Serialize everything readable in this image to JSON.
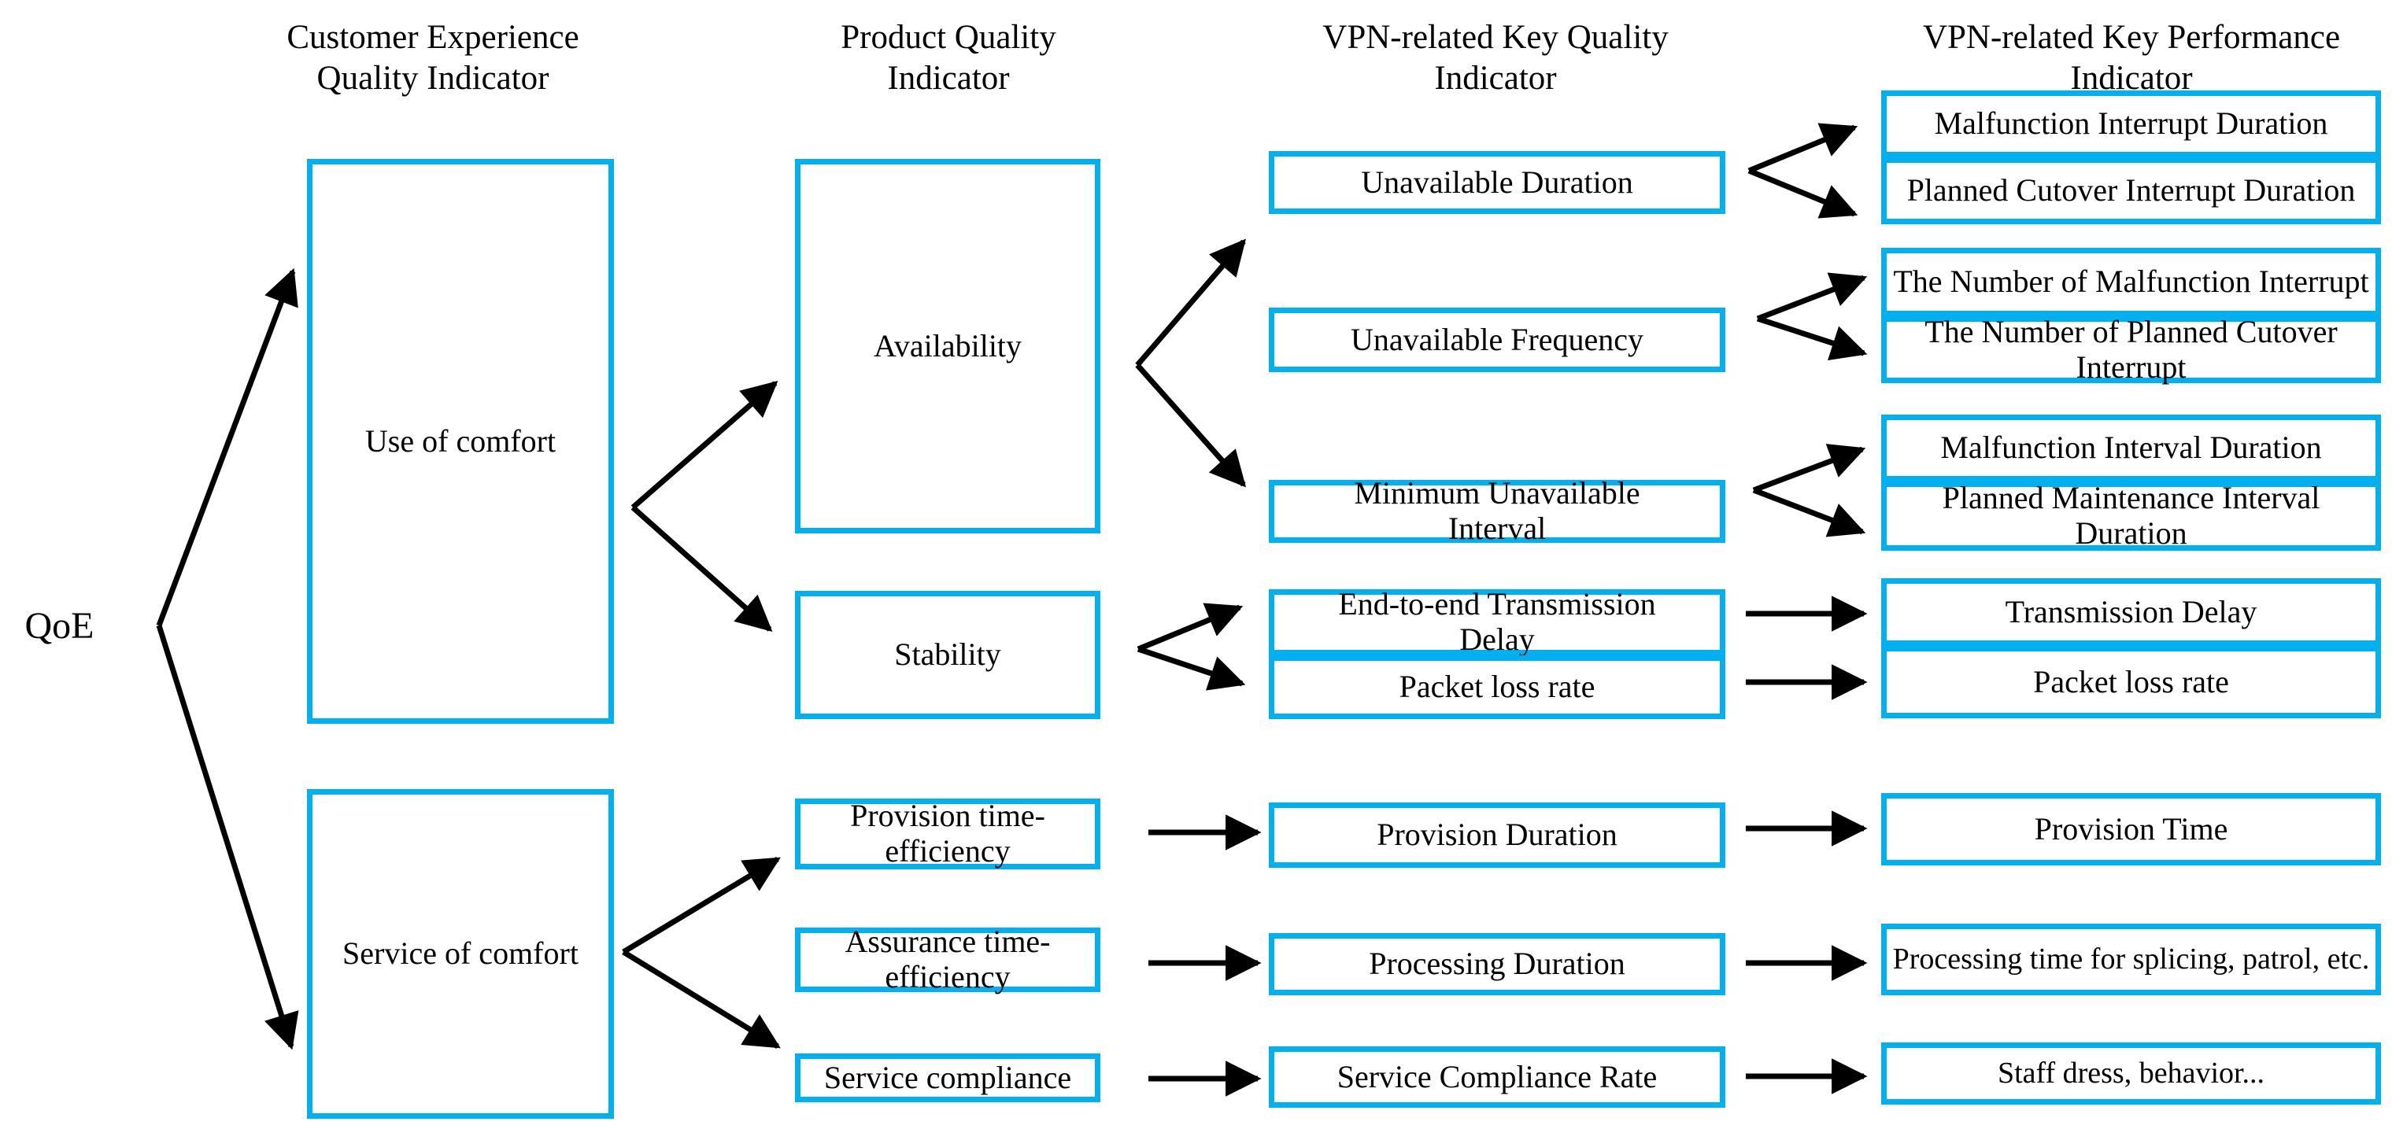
{
  "colors": {
    "box_border": "#00B0F0",
    "arrow": "#000000",
    "text": "#000000",
    "background": "#FFFFFF"
  },
  "qoe_label": "QoE",
  "headers": {
    "customer_experience": "Customer Experience Quality Indicator",
    "product_quality": "Product Quality Indicator",
    "vpn_kqi": "VPN-related Key Quality Indicator",
    "vpn_kpi": "VPN-related Key Performance Indicator"
  },
  "customer_experience_boxes": {
    "use_of_comfort": "Use of comfort",
    "service_of_comfort": "Service of comfort"
  },
  "product_quality_boxes": {
    "availability": "Availability",
    "stability": "Stability",
    "provision_time_efficiency": "Provision time-efficiency",
    "assurance_time_efficiency": "Assurance time-efficiency",
    "service_compliance": "Service compliance"
  },
  "kqi_boxes": {
    "unavailable_duration": "Unavailable Duration",
    "unavailable_frequency": "Unavailable Frequency",
    "minimum_unavailable_interval": "Minimum Unavailable Interval",
    "end_to_end_transmission_delay": "End-to-end Transmission Delay",
    "packet_loss_rate": "Packet loss rate",
    "provision_duration": "Provision Duration",
    "processing_duration": "Processing Duration",
    "service_compliance_rate": "Service Compliance Rate"
  },
  "kpi_boxes": {
    "malfunction_interrupt_duration": "Malfunction Interrupt Duration",
    "planned_cutover_interrupt_duration": "Planned Cutover Interrupt Duration",
    "number_of_malfunction_interrupt": "The Number of Malfunction Interrupt",
    "number_of_planned_cutover_interrupt": "The Number of Planned Cutover Interrupt",
    "malfunction_interval_duration": "Malfunction  Interval Duration",
    "planned_maintenance_interval_duration": "Planned Maintenance Interval Duration",
    "transmission_delay": "Transmission Delay",
    "packet_loss_rate": "Packet loss rate",
    "provision_time": "Provision Time",
    "processing_time": "Processing time for splicing, patrol, etc.",
    "staff_dress_behavior": "Staff dress, behavior..."
  }
}
